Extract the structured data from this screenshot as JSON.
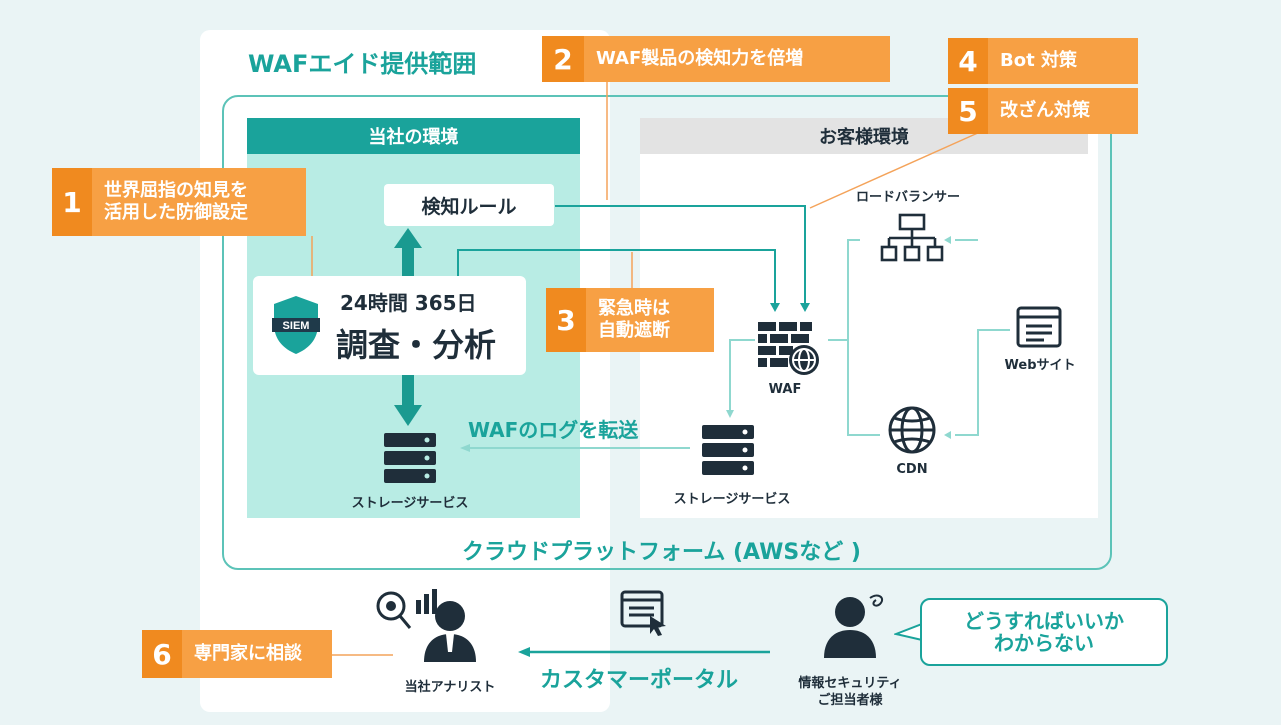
{
  "scope_title": "WAFエイド提供範囲",
  "badges": [
    {
      "num": "1",
      "lines": [
        "世界屈指の知見を",
        "活用した防御設定"
      ]
    },
    {
      "num": "2",
      "lines": [
        "WAF製品の検知力を倍増"
      ]
    },
    {
      "num": "3",
      "lines": [
        "緊急時は",
        "自動遮断"
      ]
    },
    {
      "num": "4",
      "lines": [
        "Bot 対策"
      ]
    },
    {
      "num": "5",
      "lines": [
        "改ざん対策"
      ]
    },
    {
      "num": "6",
      "lines": [
        "専門家に相談"
      ]
    }
  ],
  "our_env": {
    "title": "当社の環境",
    "detect_rule": "検知ルール",
    "siem_badge": "SIEM",
    "hours": "24時間 365日",
    "analysis": "調査・分析",
    "storage": "ストレージサービス"
  },
  "customer_env": {
    "title": "お客様環境",
    "load_balancer": "ロードバランサー",
    "website": "Webサイト",
    "waf": "WAF",
    "cdn": "CDN",
    "storage": "ストレージサービス"
  },
  "log_transfer": "WAFのログを転送",
  "cloud_platform": "クラウドプラットフォーム (AWSなど )",
  "bottom": {
    "analyst": "当社アナリスト",
    "portal": "カスタマーポータル",
    "person_line1": "情報セキュリティ",
    "person_line2": "ご担当者様",
    "bubble_line1": "どうすればいいか",
    "bubble_line2": "わからない"
  },
  "colors": {
    "teal": "#1aa39b",
    "teal_light": "#b8ece4",
    "orange": "#f7a044",
    "orange_dark": "#f08a1f",
    "navy": "#1f2e3a"
  }
}
